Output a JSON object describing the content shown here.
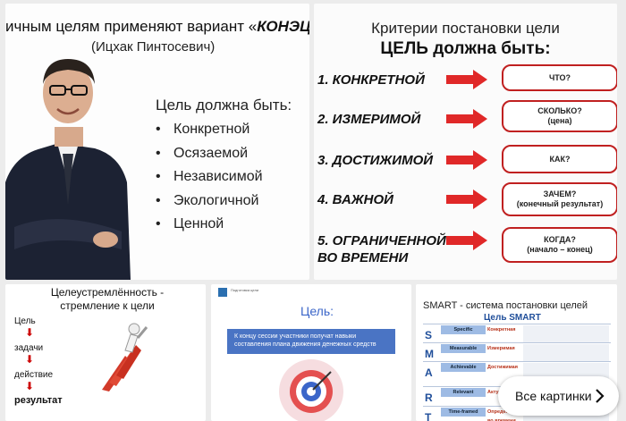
{
  "tiles": {
    "t1": {
      "title_prefix": "ичным целям применяют вариант «",
      "title_strong": "КОНЭЦ",
      "subtitle": "(Ицхак Пинтосевич)",
      "lead": "Цель должна быть:",
      "items": [
        "Конкретной",
        "Осязаемой",
        "Независимой",
        "Экологичной",
        "Ценной"
      ]
    },
    "t2": {
      "heading": "Критерии постановки цели",
      "subheading": "ЦЕЛЬ должна быть:",
      "criteria": [
        {
          "label": "1. КОНКРЕТНОЙ",
          "question": "ЧТО?",
          "note": ""
        },
        {
          "label": "2. ИЗМЕРИМОЙ",
          "question": "СКОЛЬКО?",
          "note": "(цена)"
        },
        {
          "label": "3. ДОСТИЖИМОЙ",
          "question": "КАК?",
          "note": ""
        },
        {
          "label": "4. ВАЖНОЙ",
          "question": "ЗАЧЕМ?",
          "note": "(конечный результат)"
        },
        {
          "label": "5. ОГРАНИЧЕННОЙ",
          "label2": "ВО ВРЕМЕНИ",
          "question": "КОГДА?",
          "note": "(начало – конец)"
        }
      ]
    },
    "t3": {
      "title": "Целеустремлённость - стремление к цели",
      "steps": [
        "Цель",
        "задачи",
        "действие",
        "результат"
      ]
    },
    "t4": {
      "logo_text": "Подготовка цели",
      "goal": "Цель:",
      "band_text": "К концу сессии участники получат навыки составления плана движения денежных средств"
    },
    "t5": {
      "title": "SMART - система постановки целей",
      "subtitle": "Цель  SMART",
      "rows": [
        {
          "letter": "S",
          "en": "Specific",
          "ru": "Конкретная"
        },
        {
          "letter": "M",
          "en": "Measurable",
          "ru": "Измеримая"
        },
        {
          "letter": "A",
          "en": "Achievable",
          "ru": "Достижимая"
        },
        {
          "letter": "R",
          "en": "Relevant",
          "ru": "Актуальная"
        },
        {
          "letter": "T",
          "en": "Time-framed",
          "ru": "Определённая во времени"
        }
      ]
    }
  },
  "more_button": {
    "label": "Все картинки",
    "icon": "chevron-right-icon"
  },
  "colors": {
    "accent_red": "#e02828",
    "smart_blue": "#1f4e9a",
    "band_blue": "#4a74c4"
  }
}
